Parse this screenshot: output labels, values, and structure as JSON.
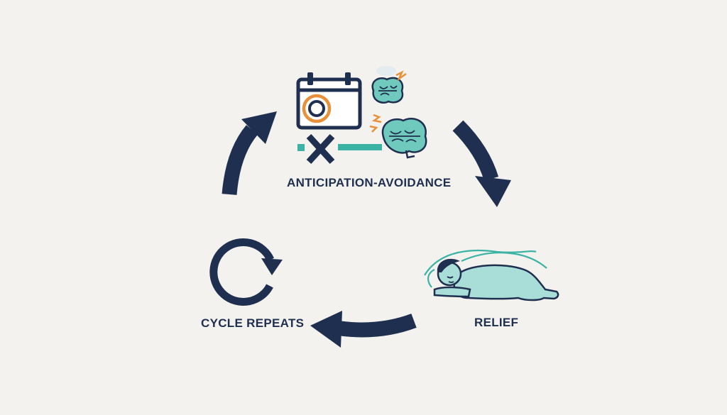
{
  "stages": {
    "anticipation": {
      "label": "ANTICIPATION-AVOIDANCE",
      "icon": "calendar-brain-icon"
    },
    "relief": {
      "label": "RELIEF",
      "icon": "sleeping-person-icon"
    },
    "cycle": {
      "label": "CYCLE REPEATS",
      "icon": "circular-arrow-icon"
    }
  },
  "colors": {
    "navy": "#1f2f4f",
    "teal": "#3bb3a4",
    "light_teal": "#a9ded8",
    "orange": "#e8913a",
    "background": "#f3f2ee"
  }
}
